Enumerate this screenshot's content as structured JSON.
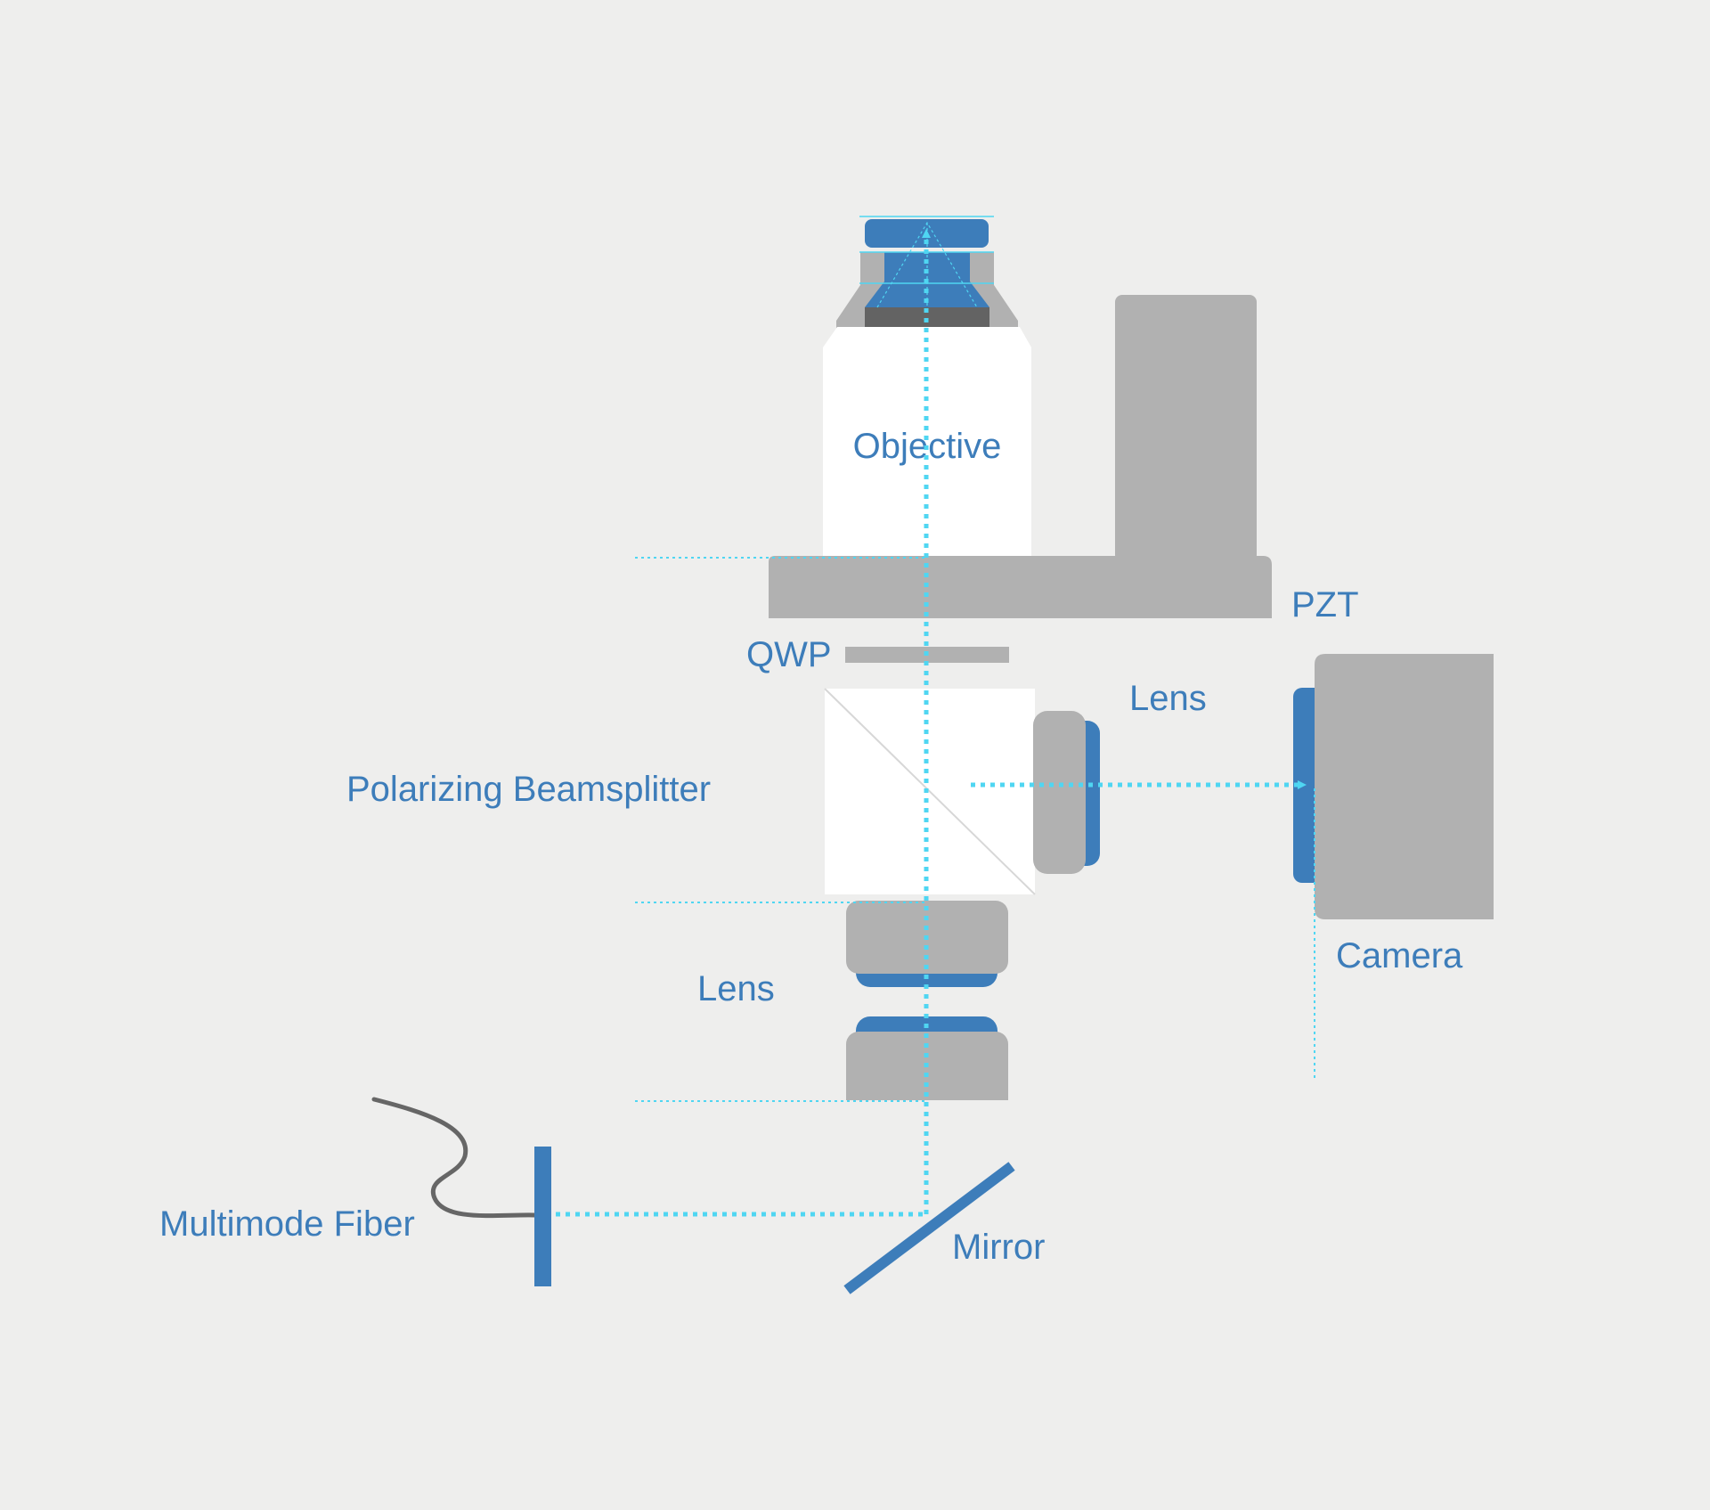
{
  "colors": {
    "background": "#eeeeed",
    "component_gray": "#b1b1b1",
    "dark_gray": "#636363",
    "white": "#ffffff",
    "optic_blue": "#3d7dba",
    "beam_cyan": "#4fd6f2",
    "label_blue": "#3d7dba",
    "fiber_gray": "#666666"
  },
  "labels": {
    "objective": "Objective",
    "pzt": "PZT",
    "qwp": "QWP",
    "lens_side": "Lens",
    "polarizing_beamsplitter": "Polarizing Beamsplitter",
    "camera": "Camera",
    "lens_bottom": "Lens",
    "multimode_fiber": "Multimode Fiber",
    "mirror": "Mirror"
  }
}
